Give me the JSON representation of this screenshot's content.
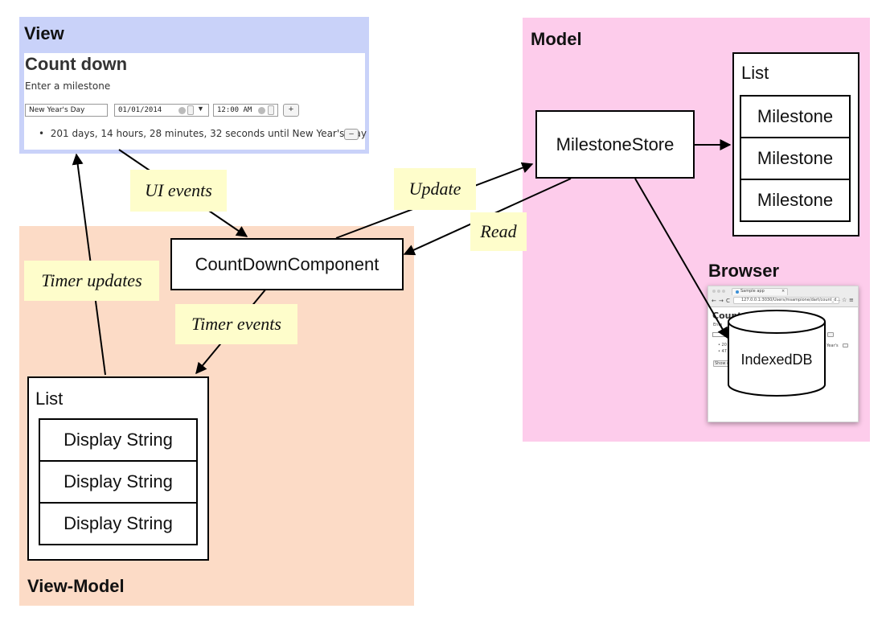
{
  "regions": {
    "view": "View",
    "model": "Model",
    "view_model": "View-Model",
    "browser": "Browser"
  },
  "view_app": {
    "title": "Count down",
    "prompt": "Enter a milestone",
    "name_value": "New Year's Day",
    "date_value": "01/01/2014",
    "time_value": "12:00 AM",
    "add_label": "+",
    "item_text": "201 days, 14 hours, 28 minutes, 32 seconds until New Year's Day",
    "remove_label": "–"
  },
  "components": {
    "count_down_component": "CountDownComponent",
    "milestone_store": "MilestoneStore",
    "indexed_db": "IndexedDB",
    "model_list": {
      "title": "List",
      "items": [
        "Milestone",
        "Milestone",
        "Milestone"
      ]
    },
    "vm_list": {
      "title": "List",
      "items": [
        "Display String",
        "Display String",
        "Display String"
      ]
    }
  },
  "edge_labels": {
    "ui_events": "UI events",
    "update": "Update",
    "read": "Read",
    "timer_updates": "Timer updates",
    "timer_events": "Timer events"
  },
  "browser_shot": {
    "tab_label": "Sample app",
    "url": "127.0.0.1:3030/Users/msampione/dart/count_d...",
    "heading": "Count d",
    "line_enter": "Ente",
    "line_item1": "20",
    "line_item2": "47",
    "trailing": "Year's",
    "button": "Show da"
  },
  "colors": {
    "view_region": "#c9d2f9",
    "view_model_region": "#fcdbc6",
    "model_region": "#fdcceb",
    "edge_label_bg": "#fefdcb"
  }
}
